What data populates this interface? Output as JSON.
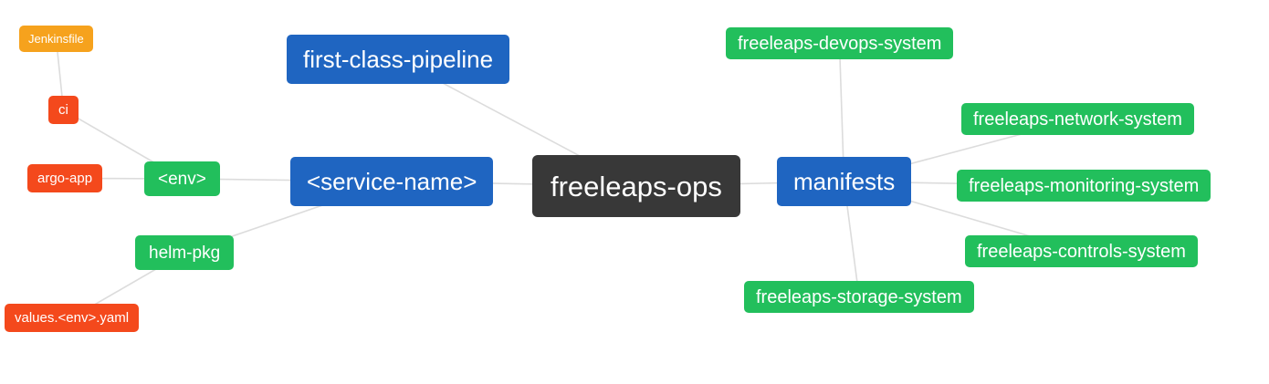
{
  "palette": {
    "root": "#383838",
    "blue": "#1f65c1",
    "green": "#22bf5c",
    "red": "#f4491c",
    "orange": "#f6a21d",
    "connector": "#dcdcdc",
    "background": "#ffffff",
    "text": "#ffffff"
  },
  "diagram": {
    "nodes": {
      "root": {
        "label": "freeleaps-ops"
      },
      "first_class_pipeline": {
        "label": "first-class-pipeline"
      },
      "service_name": {
        "label": "<service-name>"
      },
      "manifests": {
        "label": "manifests"
      },
      "env": {
        "label": "<env>"
      },
      "helm_pkg": {
        "label": "helm-pkg"
      },
      "ci": {
        "label": "ci"
      },
      "jenkinsfile": {
        "label": "Jenkinsfile"
      },
      "argo_app": {
        "label": "argo-app"
      },
      "values_env_yaml": {
        "label": "values.<env>.yaml"
      },
      "devops_system": {
        "label": "freeleaps-devops-system"
      },
      "network_system": {
        "label": "freeleaps-network-system"
      },
      "monitoring_system": {
        "label": "freeleaps-monitoring-system"
      },
      "controls_system": {
        "label": "freeleaps-controls-system"
      },
      "storage_system": {
        "label": "freeleaps-storage-system"
      }
    },
    "edges": [
      [
        "root",
        "first_class_pipeline"
      ],
      [
        "root",
        "service_name"
      ],
      [
        "root",
        "manifests"
      ],
      [
        "service_name",
        "env"
      ],
      [
        "service_name",
        "helm_pkg"
      ],
      [
        "env",
        "ci"
      ],
      [
        "env",
        "argo_app"
      ],
      [
        "ci",
        "jenkinsfile"
      ],
      [
        "helm_pkg",
        "values_env_yaml"
      ],
      [
        "manifests",
        "devops_system"
      ],
      [
        "manifests",
        "network_system"
      ],
      [
        "manifests",
        "monitoring_system"
      ],
      [
        "manifests",
        "controls_system"
      ],
      [
        "manifests",
        "storage_system"
      ]
    ]
  }
}
